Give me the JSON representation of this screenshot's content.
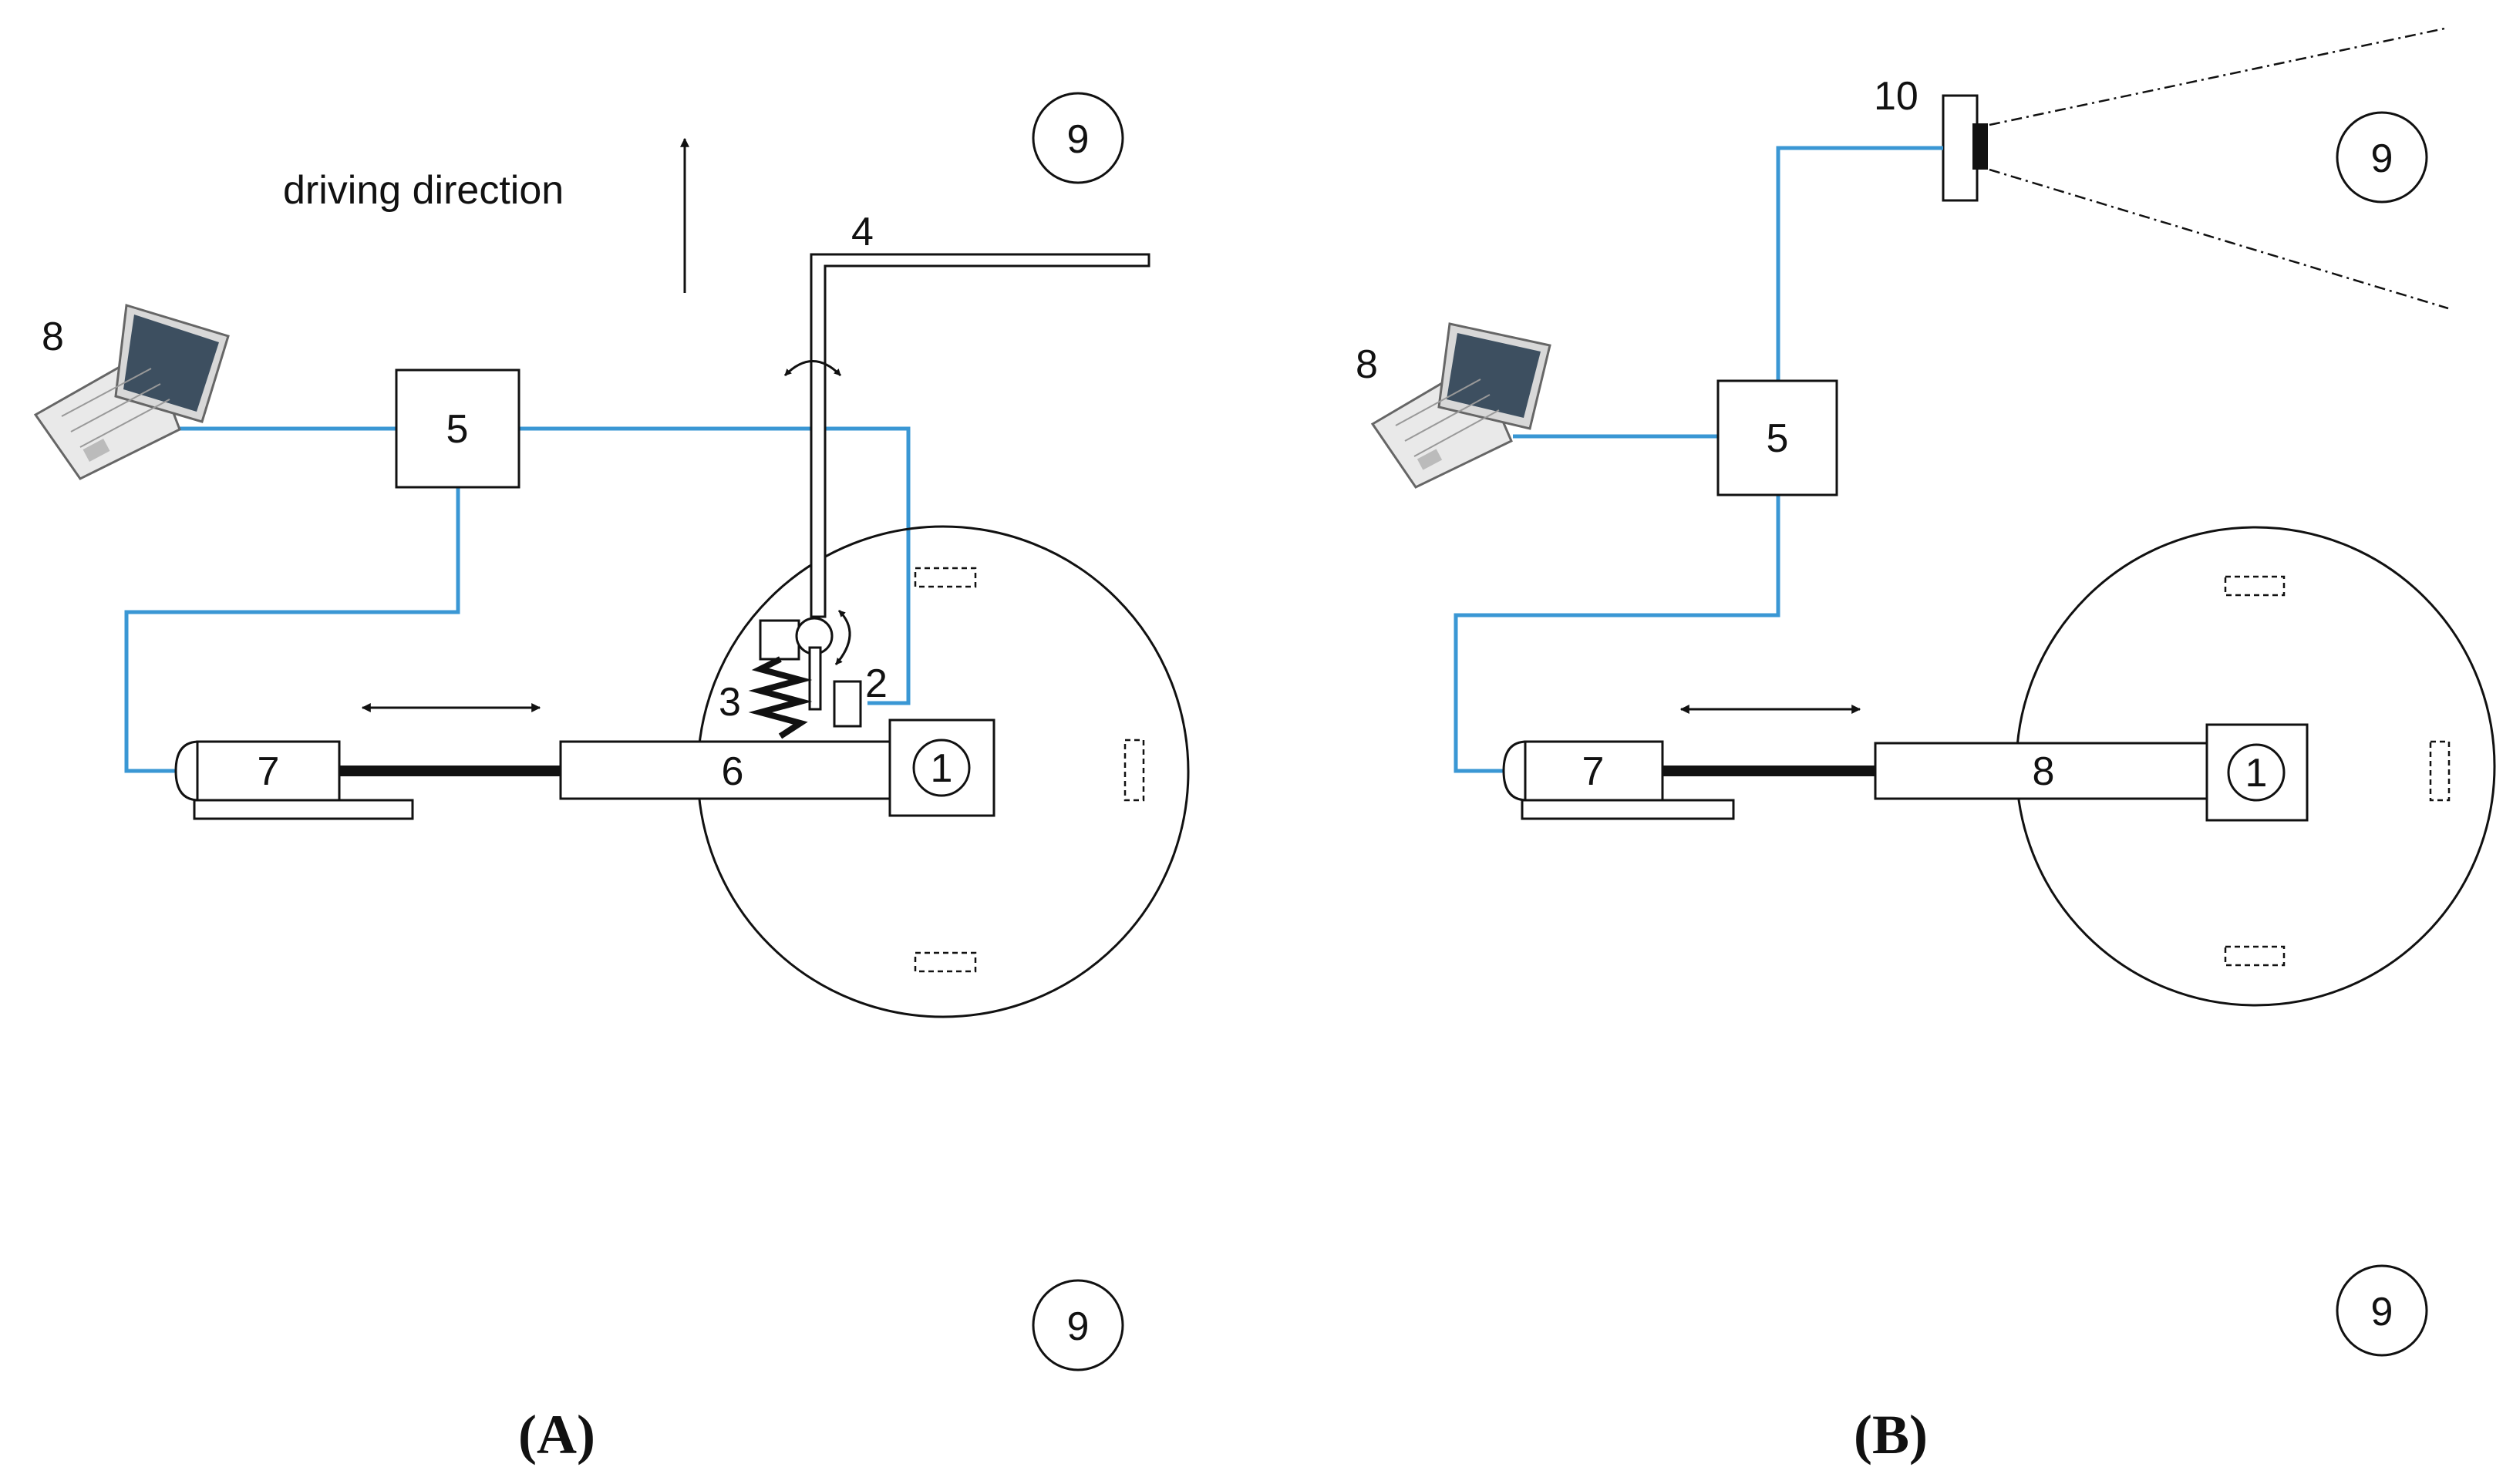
{
  "diagram": {
    "panel_a": {
      "caption_open": "(",
      "caption_letter": "A",
      "caption_close": ")",
      "driving_direction": "driving direction",
      "labels": {
        "laptop": "8",
        "controller": "5",
        "sensor_arm": "4",
        "sensor": "2",
        "spring": "3",
        "slide": "6",
        "actuator": "7",
        "tool": "1",
        "plant_top": "9",
        "plant_bottom": "9"
      }
    },
    "panel_b": {
      "caption_open": "(",
      "caption_letter": "B",
      "caption_close": ")",
      "labels": {
        "camera": "10",
        "laptop": "8",
        "controller": "5",
        "slide": "8",
        "actuator": "7",
        "tool": "1",
        "plant_top": "9",
        "plant_bottom": "9"
      }
    },
    "colors": {
      "cable": "#3a97d4",
      "line": "#111111",
      "laptop_screen": "#3d4f60"
    }
  }
}
